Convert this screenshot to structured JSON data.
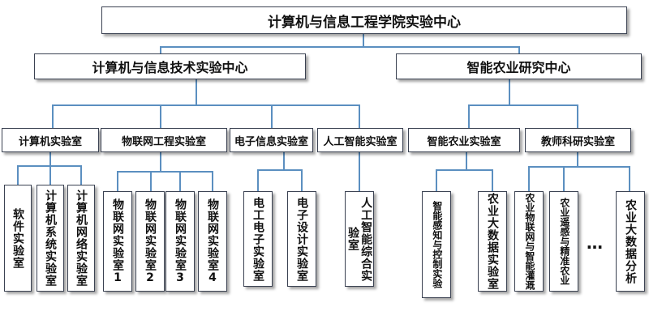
{
  "root": "计算机与信息工程学院实验中心",
  "centers": [
    {
      "name": "计算机与信息技术实验中心",
      "labs": [
        {
          "name": "计算机实验室",
          "rooms": [
            "软件实验室",
            "计算机系统实验室",
            "计算机网络实验室"
          ]
        },
        {
          "name": "物联网工程实验室",
          "rooms": [
            "物联网实验室1",
            "物联网实验室2",
            "物联网实验室3",
            "物联网实验室4"
          ]
        },
        {
          "name": "电子信息实验室",
          "rooms": [
            "电工电子实验室",
            "电子设计实验室"
          ]
        },
        {
          "name": "人工智能实验室",
          "rooms": [
            "人工智能综合实验室"
          ]
        }
      ]
    },
    {
      "name": "智能农业研究中心",
      "labs": [
        {
          "name": "智能农业实验室",
          "rooms": [
            "智能感知与控制实验",
            "农业大数据实验室"
          ]
        },
        {
          "name": "教师科研实验室",
          "rooms": [
            "农业物联网与智能灌溉",
            "农业遥感与精准农业",
            "农业大数据分析"
          ]
        }
      ]
    }
  ],
  "ellipsis": "…"
}
